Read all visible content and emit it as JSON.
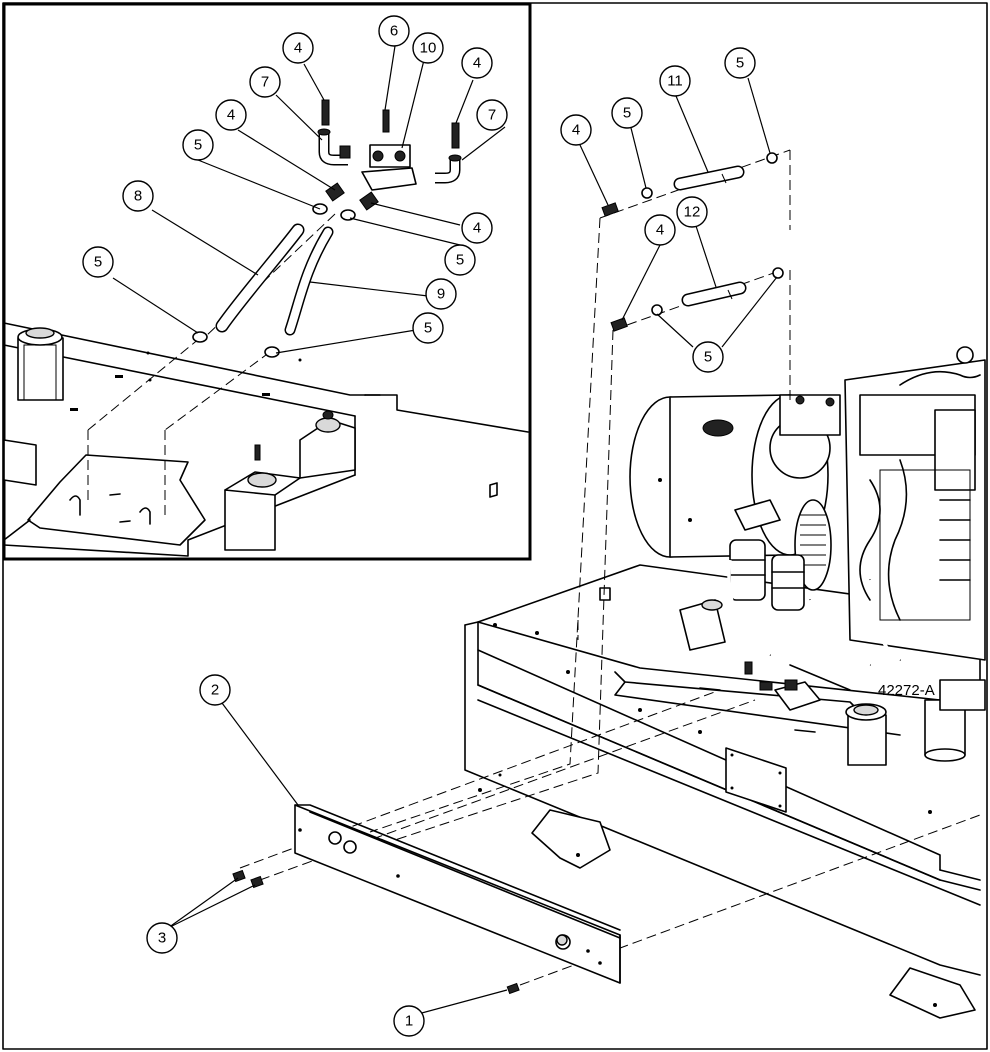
{
  "diagram": {
    "document_number": "42272-A",
    "callouts": [
      {
        "id": "c1",
        "label": "1"
      },
      {
        "id": "c2",
        "label": "2"
      },
      {
        "id": "c3",
        "label": "3"
      },
      {
        "id": "c4a",
        "label": "4"
      },
      {
        "id": "c4b",
        "label": "4"
      },
      {
        "id": "c4c",
        "label": "4"
      },
      {
        "id": "c4d",
        "label": "4"
      },
      {
        "id": "c4e",
        "label": "4"
      },
      {
        "id": "c4f",
        "label": "4"
      },
      {
        "id": "c5a",
        "label": "5"
      },
      {
        "id": "c5b",
        "label": "5"
      },
      {
        "id": "c5c",
        "label": "5"
      },
      {
        "id": "c5d",
        "label": "5"
      },
      {
        "id": "c5e",
        "label": "5"
      },
      {
        "id": "c5f",
        "label": "5"
      },
      {
        "id": "c5g",
        "label": "5"
      },
      {
        "id": "c6",
        "label": "6"
      },
      {
        "id": "c7a",
        "label": "7"
      },
      {
        "id": "c7b",
        "label": "7"
      },
      {
        "id": "c8",
        "label": "8"
      },
      {
        "id": "c9",
        "label": "9"
      },
      {
        "id": "c10",
        "label": "10"
      },
      {
        "id": "c11",
        "label": "11"
      },
      {
        "id": "c12",
        "label": "12"
      }
    ]
  }
}
